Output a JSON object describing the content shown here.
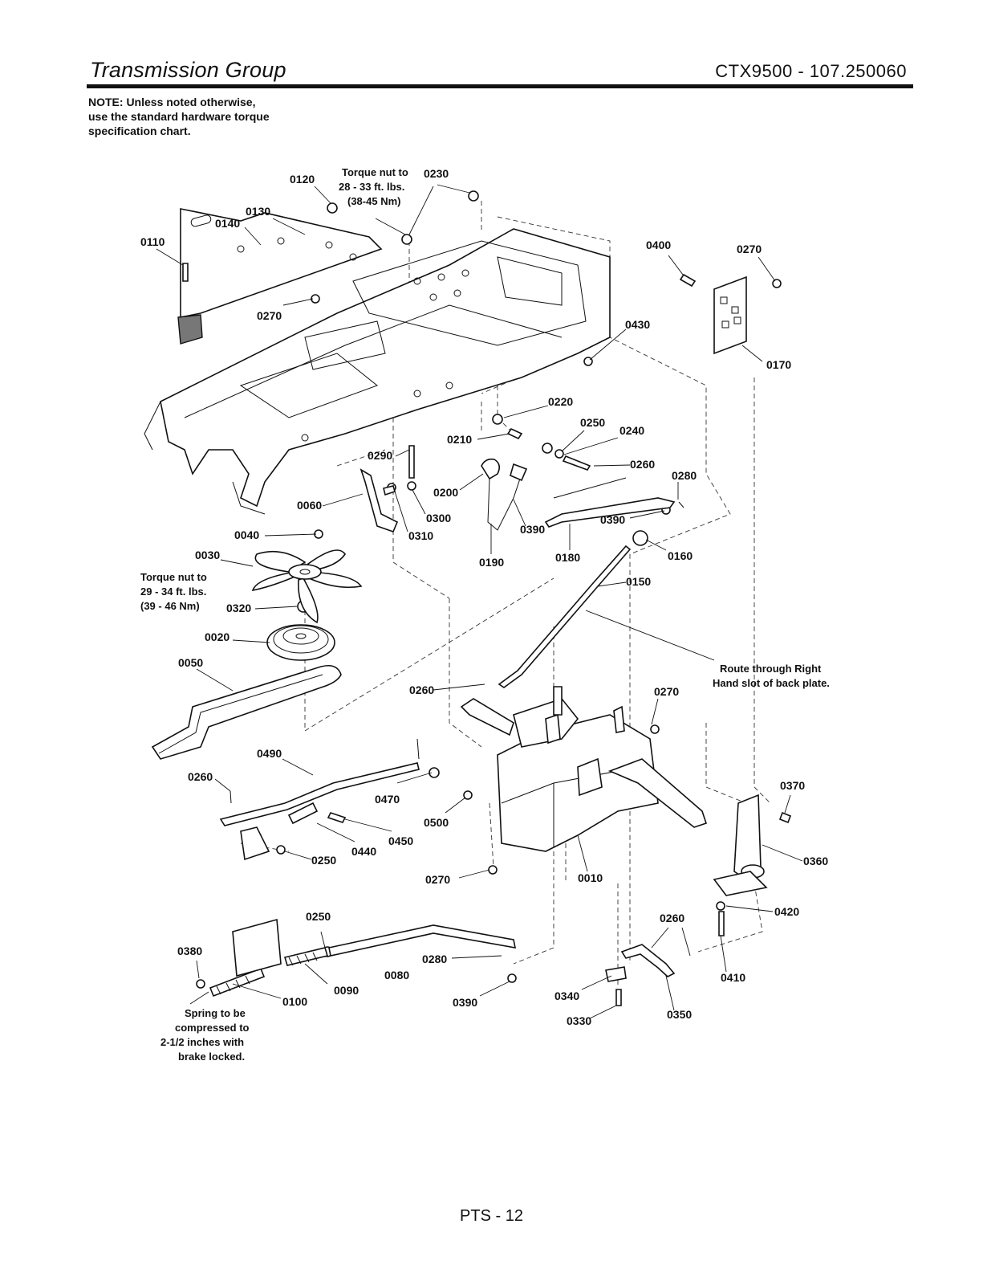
{
  "header": {
    "title": "Transmission Group",
    "model": "CTX9500 - 107.250060"
  },
  "note": [
    "NOTE: Unless noted otherwise,",
    "use the standard hardware torque",
    "specification chart."
  ],
  "part_labels": [
    "0120",
    "0230",
    "0130",
    "0140",
    "0110",
    "0270",
    "0400",
    "0270",
    "0430",
    "0170",
    "0220",
    "0250",
    "0240",
    "0210",
    "0260",
    "0290",
    "0280",
    "0200",
    "0060",
    "0300",
    "0390",
    "0390",
    "0310",
    "0040",
    "0190",
    "0180",
    "0160",
    "0030",
    "0150",
    "0320",
    "0020",
    "0050",
    "0260",
    "0270",
    "0490",
    "0260",
    "0470",
    "0370",
    "0500",
    "0450",
    "0440",
    "0250",
    "0360",
    "0270",
    "0010",
    "0250",
    "0420",
    "0260",
    "0380",
    "0280",
    "0080",
    "0410",
    "0090",
    "0100",
    "0390",
    "0340",
    "0350",
    "0330"
  ],
  "annotations": {
    "torque_top": [
      "Torque nut to",
      "28 - 33 ft. lbs.",
      "(38-45 Nm)"
    ],
    "torque_left": [
      "Torque nut to",
      "29 - 34 ft. lbs.",
      "(39 - 46 Nm)"
    ],
    "route": [
      "Route through Right",
      "Hand slot of back plate."
    ],
    "spring": [
      "Spring to be",
      "compressed to",
      "2-1/2 inches with",
      "brake locked."
    ]
  },
  "footer": "PTS - 12"
}
